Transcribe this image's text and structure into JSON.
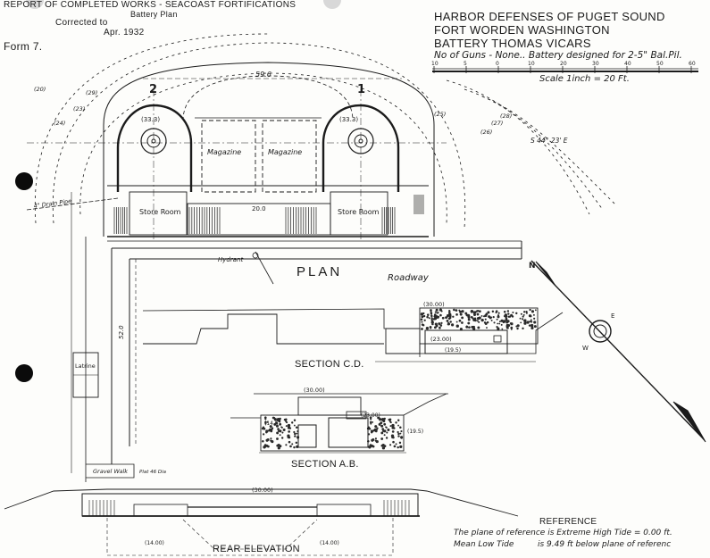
{
  "header": {
    "report_title": "REPORT OF COMPLETED WORKS - SEACOAST FORTIFICATIONS",
    "battery_plan": "Battery Plan",
    "corrected_to": "Corrected to",
    "corrected_date": "Apr. 1932",
    "form": "Form 7."
  },
  "title_block": {
    "line1": "HARBOR DEFENSES OF PUGET SOUND",
    "line2": "FORT WORDEN WASHINGTON",
    "line3": "BATTERY THOMAS VICARS",
    "line4": "No of Guns - None.. Battery designed for 2-5\" Bal.Pil.",
    "scale_ticks": [
      "10",
      "5",
      "0",
      "10",
      "20",
      "30",
      "40",
      "50",
      "60"
    ],
    "scale_text": "Scale 1inch = 20 Ft."
  },
  "plan": {
    "label": "PLAN",
    "roadway": "Roadway",
    "hydrant": "Hydrant",
    "emplacement_1": "1",
    "emplacement_2": "2",
    "magazine_left": "Magazine",
    "magazine_right": "Magazine",
    "store_room_left": "Store Room",
    "store_room_right": "Store Room",
    "drain_pipe": "4\" Drain Pipe",
    "bearing": "S 44° 23' E",
    "overall_dim": "59.6",
    "corridor_dim": "20.0",
    "walk_dim": "52.0",
    "gun_well_elev_left": "(33.3)",
    "gun_well_elev_right": "(33.3)",
    "contour_labels": [
      "(20)",
      "(23)",
      "(24)",
      "(25)",
      "(26)",
      "(27)",
      "(28)",
      "(29)"
    ],
    "gravel_walk": "Gravel Walk",
    "latrine": "Latrine",
    "plat_label": "Plat 46 Dia"
  },
  "section_cd": {
    "label": "SECTION C.D.",
    "elev_top": "(30.00)",
    "elev_floor": "(23.00)",
    "elev_base": "(19.5)"
  },
  "section_ab": {
    "label": "SECTION A.B.",
    "elev_top": "(30.00)",
    "elev_mid": "(23.00)",
    "elev_floor": "(14.5)",
    "elev_base": "(19.5)"
  },
  "rear_elevation": {
    "label": "REAR ELEVATION",
    "elev_top": "(30.00)",
    "elev_bottom_left": "(14.00)",
    "elev_bottom_right": "(14.00)"
  },
  "compass": {
    "north": "N",
    "west": "W",
    "east": "E"
  },
  "reference": {
    "heading": "REFERENCE",
    "line1": "The plane of reference is Extreme High Tide = 0.00 ft.",
    "line2_label": "Mean Low Tide",
    "line2_value": "is 9.49 ft below plane of referenc"
  }
}
